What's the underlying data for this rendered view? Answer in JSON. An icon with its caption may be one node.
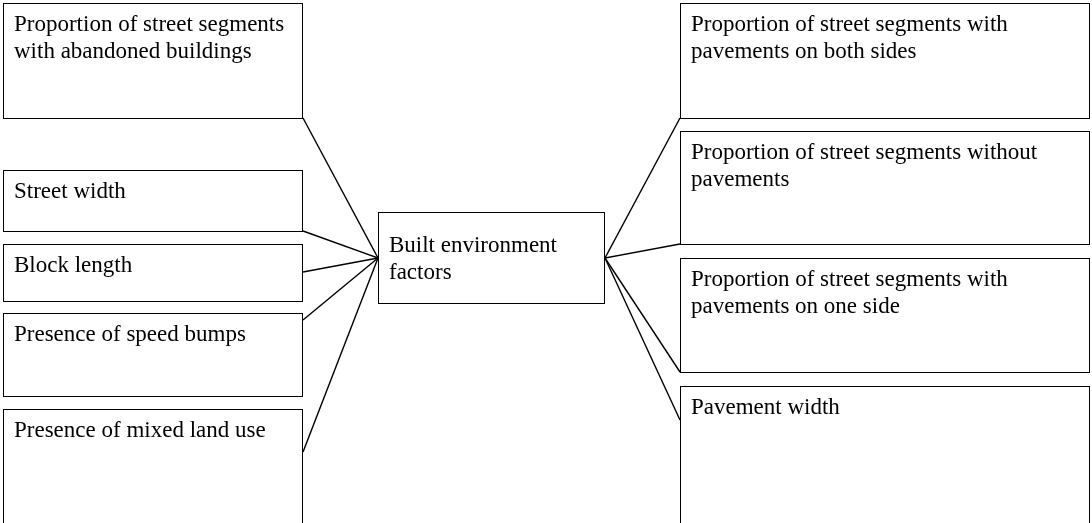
{
  "diagram": {
    "nodes": [
      {
        "text": [
          "Proportion of street segments with abandoned buildings"
        ]
      },
      {
        "text": [
          "Street width"
        ]
      },
      {
        "text": [
          "Block length"
        ]
      },
      {
        "text": [
          "Presence of speed bumps"
        ]
      },
      {
        "text": [
          "Presence of mixed land use"
        ]
      },
      {
        "text": [
          "Built environment factors"
        ]
      },
      {
        "text": [
          "Proportion of street segments with pavements on both sides"
        ]
      },
      {
        "text": [
          "Proportion of street segments without pavements"
        ]
      },
      {
        "text": [
          "Proportion of street segments with pavements on one side"
        ]
      },
      {
        "text": [
          "Pavement width"
        ]
      }
    ],
    "edges": [
      {
        "from": 5,
        "to": 0,
        "arrow": "none"
      },
      {
        "from": 5,
        "to": 1,
        "arrow": "none"
      },
      {
        "from": 5,
        "to": 2,
        "arrow": "none"
      },
      {
        "from": 5,
        "to": 3,
        "arrow": "none"
      },
      {
        "from": 5,
        "to": 4,
        "arrow": "none"
      },
      {
        "from": 5,
        "to": 6,
        "arrow": "none"
      },
      {
        "from": 5,
        "to": 7,
        "arrow": "none"
      },
      {
        "from": 5,
        "to": 8,
        "arrow": "none"
      },
      {
        "from": 5,
        "to": 9,
        "arrow": "none"
      }
    ]
  }
}
